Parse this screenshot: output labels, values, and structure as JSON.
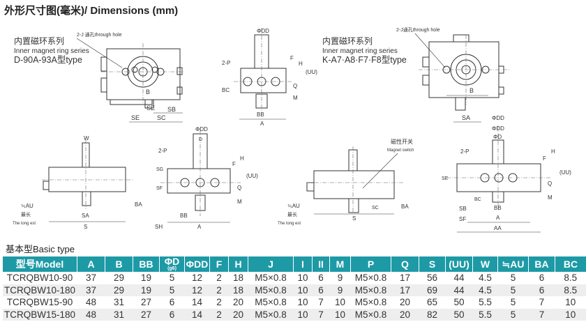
{
  "title": "外形尺寸图(毫米)/ Dimensions (mm)",
  "drawings": {
    "d1": {
      "series_cn": "内置磁环系列",
      "series_en": "Inner magnet ring series",
      "type": "D-90A-93A型type",
      "hole": "2-J 通孔through hole",
      "B": "B",
      "SE1": "SE",
      "SB": "SB",
      "SE2": "SE",
      "SC": "SC"
    },
    "d2": {
      "DD": "ΦDD",
      "P": "2-P",
      "BC": "BC",
      "BB": "BB",
      "A": "A",
      "F": "F",
      "H": "H",
      "UU": "(UU)",
      "Q": "Q",
      "M": "M"
    },
    "d3": {
      "series_cn": "内置磁环系列",
      "series_en": "Inner magnet ring series",
      "type": "K-A7·A8·F7·F8型type",
      "hole": "2-J通孔through hole",
      "B": "B",
      "SA": "SA",
      "DD": "ΦDD"
    },
    "d4": {
      "W": "W",
      "BA": "BA",
      "SA": "SA",
      "S": "S",
      "AU": "≒AU",
      "longest_cn": "最长",
      "longest_en": "The long est"
    },
    "d5": {
      "DD": "ΦDD",
      "D": "D",
      "P": "2-P",
      "SG": "SG",
      "SF": "SF",
      "F": "F",
      "H": "H",
      "UU": "(UU)",
      "Q": "Q",
      "M": "M",
      "BB": "BB",
      "SH": "SH",
      "A": "A"
    },
    "d6": {
      "switch_cn": "磁性开关",
      "switch_en": "Magnet switch",
      "BA": "BA",
      "SC": "SC",
      "AU": "≒AU",
      "longest_cn": "最长",
      "longest_en": "The long est",
      "S": "S"
    },
    "d7": {
      "DD": "ΦDD",
      "D": "ΦD",
      "P": "2-P",
      "SE": "SE",
      "F": "F",
      "H": "H",
      "UU": "(UU)",
      "Q": "Q",
      "M": "M",
      "BC": "BC",
      "BB": "BB",
      "SB": "SB",
      "SF": "SF",
      "A": "A",
      "AA": "AA"
    }
  },
  "table": {
    "title": "基本型Basic type",
    "headers": [
      "型号Model",
      "A",
      "B",
      "BB",
      "ΦD",
      "ΦDD",
      "F",
      "H",
      "J",
      "I",
      "II",
      "M",
      "P",
      "Q",
      "S",
      "(UU)",
      "W",
      "≒AU",
      "BA",
      "BC"
    ],
    "d_sub": "(g6)",
    "rows": [
      [
        "TCRQBW10-90",
        "37",
        "29",
        "19",
        "5",
        "12",
        "2",
        "18",
        "M5×0.8",
        "10",
        "6",
        "9",
        "M5×0.8",
        "17",
        "56",
        "44",
        "4.5",
        "5",
        "6",
        "8.5"
      ],
      [
        "TCRQBW10-180",
        "37",
        "29",
        "19",
        "5",
        "12",
        "2",
        "18",
        "M5×0.8",
        "10",
        "6",
        "9",
        "M5×0.8",
        "17",
        "69",
        "44",
        "4.5",
        "5",
        "6",
        "8.5"
      ],
      [
        "TCRQBW15-90",
        "48",
        "31",
        "27",
        "6",
        "14",
        "2",
        "20",
        "M5×0.8",
        "10",
        "7",
        "10",
        "M5×0.8",
        "20",
        "65",
        "50",
        "5.5",
        "5",
        "7",
        "10"
      ],
      [
        "TCRQBW15-180",
        "48",
        "31",
        "27",
        "6",
        "14",
        "2",
        "20",
        "M5×0.8",
        "10",
        "7",
        "10",
        "M5×0.8",
        "20",
        "82",
        "50",
        "5.5",
        "5",
        "7",
        "10"
      ]
    ]
  }
}
